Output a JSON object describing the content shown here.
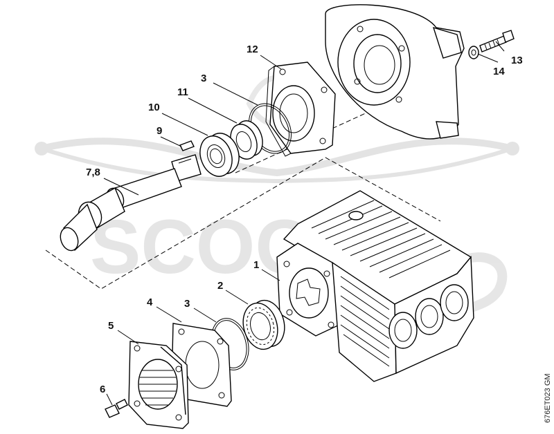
{
  "diagram": {
    "parts": [
      {
        "id": "label-1",
        "text": "1"
      },
      {
        "id": "label-2",
        "text": "2"
      },
      {
        "id": "label-3a",
        "text": "3"
      },
      {
        "id": "label-3b",
        "text": "3"
      },
      {
        "id": "label-4",
        "text": "4"
      },
      {
        "id": "label-5",
        "text": "5"
      },
      {
        "id": "label-6",
        "text": "6"
      },
      {
        "id": "label-7-8",
        "text": "7,8"
      },
      {
        "id": "label-9",
        "text": "9"
      },
      {
        "id": "label-10",
        "text": "10"
      },
      {
        "id": "label-11",
        "text": "11"
      },
      {
        "id": "label-12",
        "text": "12"
      },
      {
        "id": "label-13",
        "text": "13"
      },
      {
        "id": "label-14",
        "text": "14"
      }
    ],
    "drawing_code": "676ET023 GM",
    "watermark_text": "SCOOTER"
  },
  "colors": {
    "line": "#000000",
    "background": "#ffffff",
    "watermark": "#e3e3e3"
  }
}
